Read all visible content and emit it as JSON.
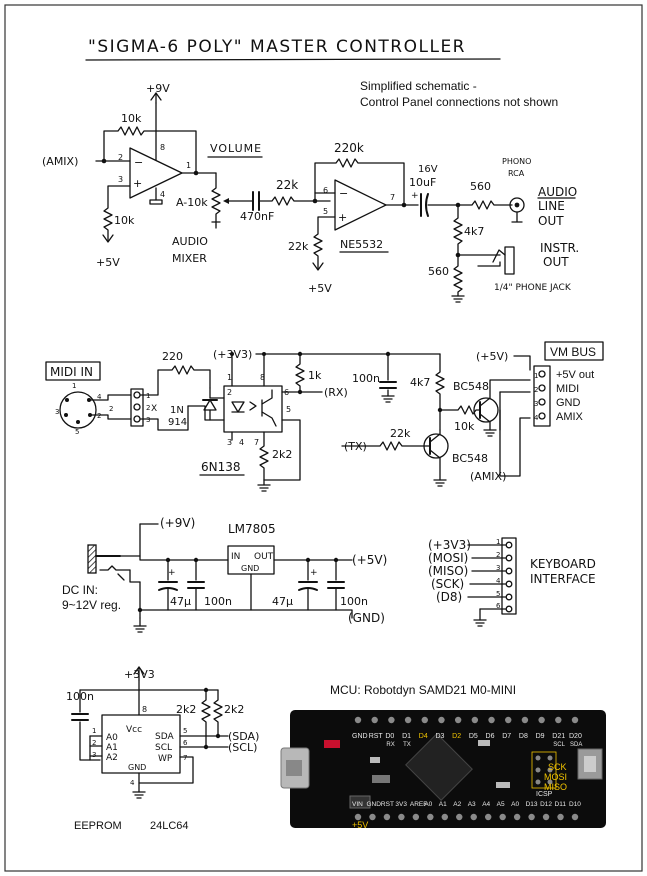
{
  "title": "\"SIGMA-6 POLY\" MASTER CONTROLLER",
  "notes": {
    "line1": "Simplified schematic -",
    "line2": "Control Panel connections not shown"
  },
  "audio": {
    "amix_in": "(AMIX)",
    "r_fb": "10k",
    "r_bias": "10k",
    "bias_supply": "+5V",
    "v_supply": "+9V",
    "volume": "VOLUME",
    "pot": "A-10k",
    "cap_in": "470nF",
    "mixer_l1": "AUDIO",
    "mixer_l2": "MIXER",
    "r_in": "22k",
    "r_fb2": "220k",
    "r_bias2": "22k",
    "opamp": "NE5532",
    "supply2": "+5V",
    "cap_out_v": "16V",
    "cap_out": "10uF",
    "r_series": "560",
    "r_div": "4k7",
    "r_shunt": "560",
    "phono1": "PHONO",
    "phono2": "RCA",
    "line_out1": "AUDIO",
    "line_out2": "LINE",
    "line_out3": "OUT",
    "instr1": "INSTR.",
    "instr2": "OUT",
    "jack": "1/4\" PHONE JACK",
    "pins": {
      "p2": "2",
      "p3": "3",
      "p1": "1",
      "p8": "8",
      "p4": "4",
      "p5": "5",
      "p6": "6",
      "p7": "7"
    }
  },
  "midi": {
    "label": "MIDI IN",
    "r1": "220",
    "diode": "1N",
    "diode2": "914",
    "supply": "(+3V3)",
    "opto": "6N138",
    "r_pull": "1k",
    "rx": "(RX)",
    "r_base": "2k2",
    "cap": "100n",
    "r_coll": "4k7",
    "tx": "(TX)",
    "r_tx": "22k",
    "r_q": "10k",
    "q1": "BC548",
    "q2": "BC548",
    "amix": "(AMIX)",
    "plus5": "(+5V)",
    "din_pins": [
      "1",
      "2",
      "3",
      "4",
      "5"
    ],
    "conn_pins": [
      "1",
      "2",
      "3"
    ],
    "conn_x": "X",
    "opto_pins": [
      "1",
      "2",
      "3",
      "4",
      "5",
      "6",
      "7",
      "8"
    ]
  },
  "vm_bus": {
    "title": "VM BUS",
    "pins": [
      {
        "num": "1",
        "label": "+5V out"
      },
      {
        "num": "2",
        "label": "MIDI"
      },
      {
        "num": "3",
        "label": "GND"
      },
      {
        "num": "4",
        "label": "AMIX"
      }
    ]
  },
  "power": {
    "supply": "(+9V)",
    "reg": "LM7805",
    "pin_in": "IN",
    "pin_out": "OUT",
    "pin_gnd": "GND",
    "out": "(+5V)",
    "gnd": "(GND)",
    "c1": "47µ",
    "c2": "100n",
    "c3": "47µ",
    "c4": "100n",
    "dc_in1": "DC IN:",
    "dc_in2": "9~12V reg."
  },
  "keyboard": {
    "title1": "KEYBOARD",
    "title2": "INTERFACE",
    "pins": [
      {
        "num": "1",
        "label": "(+3V3)"
      },
      {
        "num": "2",
        "label": "(MOSI)"
      },
      {
        "num": "3",
        "label": "(MISO)"
      },
      {
        "num": "4",
        "label": "(SCK)"
      },
      {
        "num": "5",
        "label": "(D8)"
      },
      {
        "num": "6",
        "label": ""
      }
    ]
  },
  "eeprom": {
    "supply": "+3V3",
    "cap": "100n",
    "r1": "2k2",
    "r2": "2k2",
    "sda": "(SDA)",
    "scl": "(SCL)",
    "name": "EEPROM",
    "part": "24LC64",
    "pin_vcc": "Vcc",
    "pin_a0": "A0",
    "pin_a1": "A1",
    "pin_a2": "A2",
    "pin_sda": "SDA",
    "pin_scl": "SCL",
    "pin_wp": "WP",
    "pin_gnd": "GND",
    "pins": [
      "1",
      "2",
      "3",
      "4",
      "5",
      "6",
      "7",
      "8"
    ]
  },
  "mcu": {
    "title": "MCU:  Robotdyn SAMD21 M0-MINI",
    "top_labels": [
      "GND",
      "RST",
      "D0",
      "D1",
      "D4",
      "D3",
      "D2",
      "D5",
      "D6",
      "D7",
      "D8",
      "D9",
      "D21",
      "D20"
    ],
    "top_labels_b": [
      "",
      "",
      "RX",
      "TX",
      "",
      "",
      "",
      "",
      "",
      "",
      "",
      "",
      "SCL",
      "SDA"
    ],
    "bottom_labels": [
      "VIN",
      "GND",
      "RST",
      "3V3",
      "AREF",
      "A0",
      "A1",
      "A2",
      "A3",
      "A4",
      "A5",
      "A0",
      "D13",
      "D12",
      "D11",
      "D10"
    ],
    "spi": [
      "SCK",
      "MOSI",
      "MISO"
    ],
    "icsp": "ICSP",
    "plus5": "+5V",
    "colors": {
      "board": "#111111",
      "pin_label": "#f2c400",
      "led_red": "#c8102e",
      "usb": "#b8b8b8",
      "plus5": "#f2c400"
    }
  }
}
